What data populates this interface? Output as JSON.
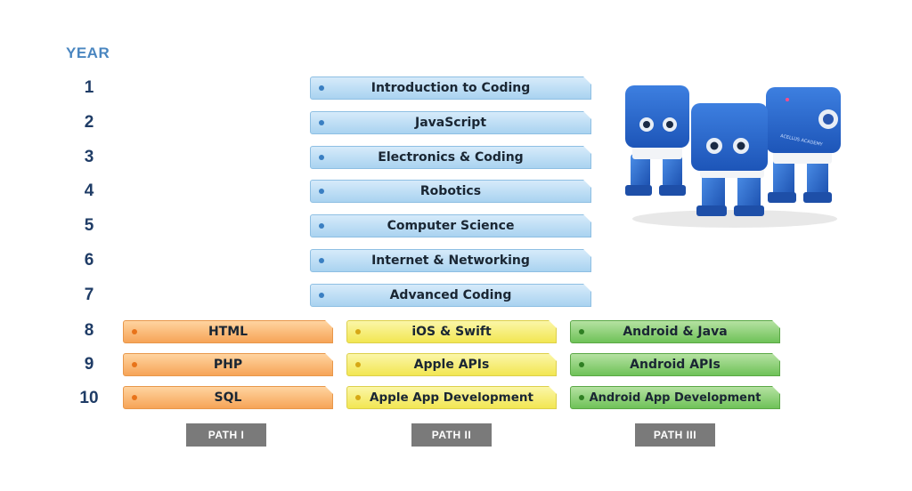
{
  "header": {
    "year_label": "YEAR"
  },
  "years": [
    "1",
    "2",
    "3",
    "4",
    "5",
    "6",
    "7",
    "8",
    "9",
    "10"
  ],
  "core_courses": [
    "Introduction to Coding",
    "JavaScript",
    "Electronics & Coding",
    "Robotics",
    "Computer Science",
    "Internet & Networking",
    "Advanced Coding"
  ],
  "paths": [
    {
      "name": "PATH I",
      "color": "#f6a457",
      "courses": [
        "HTML",
        "PHP",
        "SQL"
      ]
    },
    {
      "name": "PATH II",
      "color": "#f2e652",
      "courses": [
        "iOS & Swift",
        "Apple APIs",
        "Apple App Development"
      ]
    },
    {
      "name": "PATH III",
      "color": "#6fc258",
      "courses": [
        "Android & Java",
        "Android APIs",
        "Android App Development"
      ]
    }
  ],
  "image": {
    "robots_icon": "robot-icon",
    "robot_text": "ACELLUS ACADEMY"
  }
}
